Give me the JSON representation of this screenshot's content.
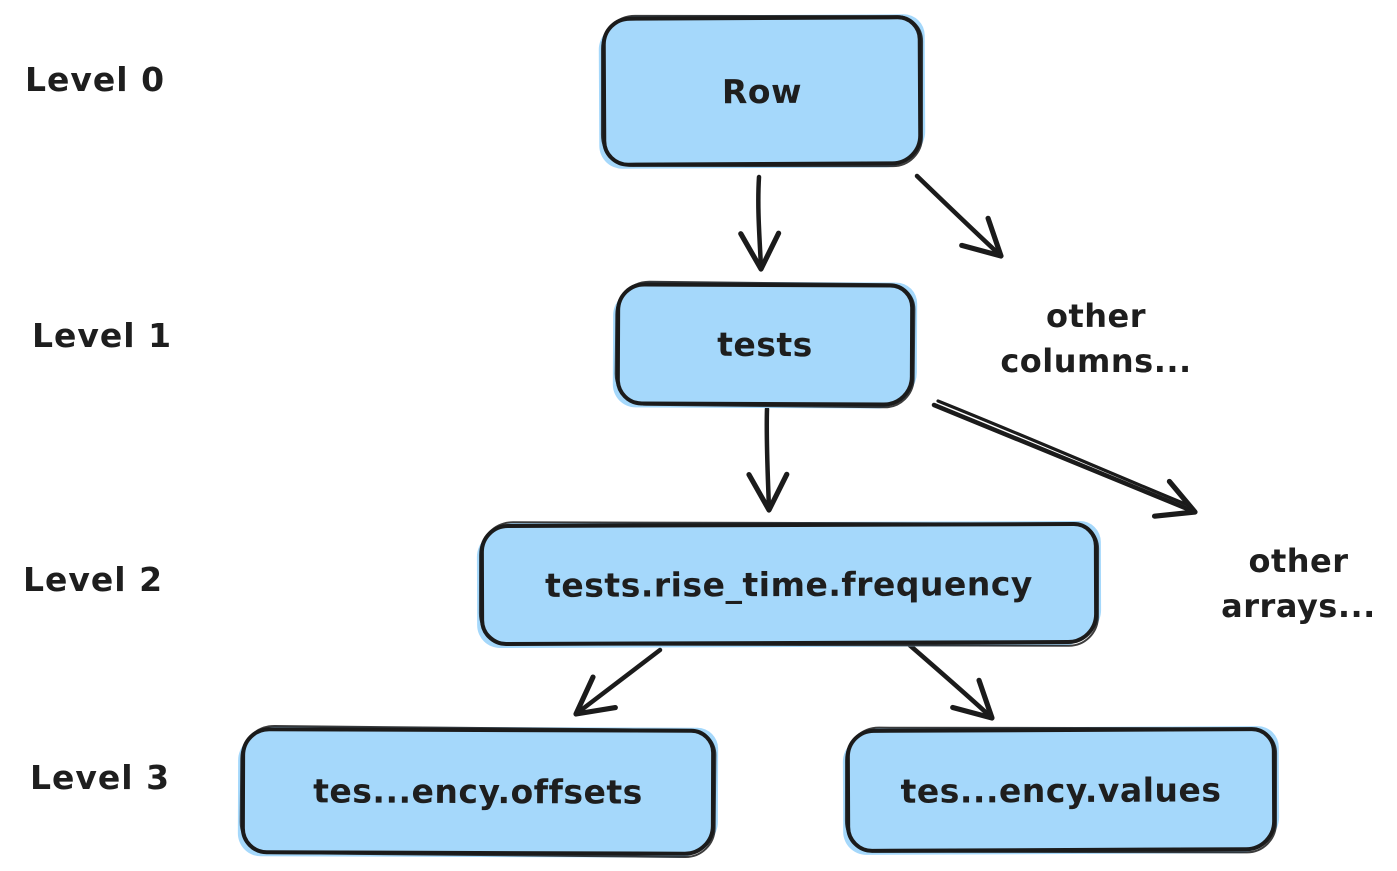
{
  "diagram": {
    "title": null,
    "levels": [
      {
        "id": "level-0",
        "label": "Level 0"
      },
      {
        "id": "level-1",
        "label": "Level 1"
      },
      {
        "id": "level-2",
        "label": "Level 2"
      },
      {
        "id": "level-3",
        "label": "Level 3"
      }
    ],
    "nodes": [
      {
        "id": "row",
        "label": "Row",
        "level": 0
      },
      {
        "id": "tests",
        "label": "tests",
        "level": 1
      },
      {
        "id": "frequency",
        "label": "tests.rise_time.frequency",
        "level": 2
      },
      {
        "id": "offsets",
        "label": "tes...ency.offsets",
        "level": 3
      },
      {
        "id": "values",
        "label": "tes...ency.values",
        "level": 3
      }
    ],
    "annotations": [
      {
        "id": "other-columns",
        "lines": [
          "other",
          "columns..."
        ]
      },
      {
        "id": "other-arrays",
        "lines": [
          "other",
          "arrays..."
        ]
      }
    ],
    "edges": [
      {
        "from": "row",
        "to": "tests"
      },
      {
        "from": "row",
        "to": "other-columns"
      },
      {
        "from": "tests",
        "to": "frequency"
      },
      {
        "from": "tests",
        "to": "other-arrays"
      },
      {
        "from": "frequency",
        "to": "offsets"
      },
      {
        "from": "frequency",
        "to": "values"
      }
    ],
    "colors": {
      "node_fill": "#a5d8fb",
      "stroke": "#1b1b1b",
      "text": "#1e1e1e",
      "background": "#ffffff"
    },
    "style": "hand-drawn-sketch"
  }
}
